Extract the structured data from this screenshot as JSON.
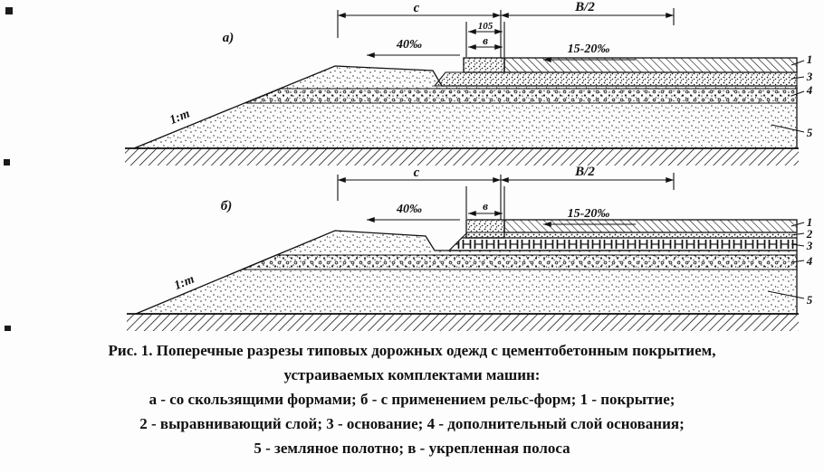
{
  "figure": {
    "diagram_a": {
      "label": "а)",
      "dim_c": "с",
      "dim_b2": "В/2",
      "dim_105": "105",
      "dim_v": "в",
      "slope_left": "40‰",
      "slope_right": "15-20‰",
      "slope_ratio": "1:m",
      "callout_1": "1",
      "callout_3": "3",
      "callout_4": "4",
      "callout_5": "5"
    },
    "diagram_b": {
      "label": "б)",
      "dim_c": "с",
      "dim_b2": "В/2",
      "dim_v": "в",
      "slope_left": "40‰",
      "slope_right": "15-20‰",
      "slope_ratio": "1:m",
      "callout_1": "1",
      "callout_2": "2",
      "callout_3": "3",
      "callout_4": "4",
      "callout_5": "5"
    },
    "caption": {
      "line1": "Рис. 1. Поперечные разрезы типовых дорожных одежд с цементобетонным покрытием,",
      "line2": "устраиваемых комплектами машин:",
      "line3": "а - со скользящими формами; б - с применением рельс-форм; 1 - покрытие;",
      "line4": "2 - выравнивающий слой; 3 - основание; 4 - дополнительный слой основания;",
      "line5": "5 - земляное полотно; в - укрепленная полоса"
    }
  }
}
